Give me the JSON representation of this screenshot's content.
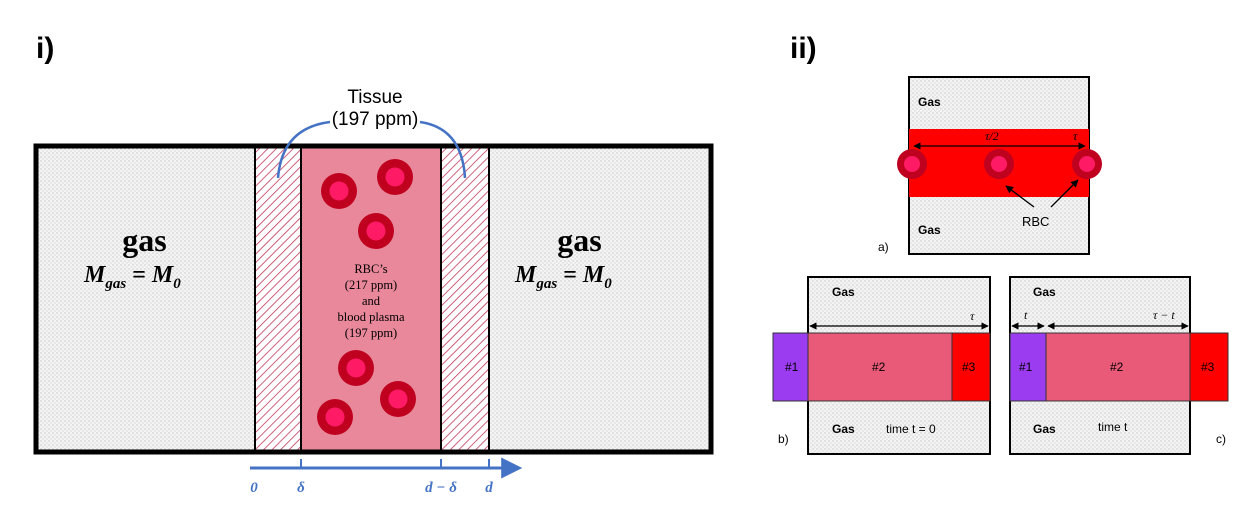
{
  "colors": {
    "outline": "#000000",
    "gas_fill": "#f2f2f2",
    "tissue_hatch": "#c0395a",
    "blood_fill": "#e8889a",
    "rbc_outer": "#c0001f",
    "rbc_inner": "#ff1a66",
    "axis_blue": "#4472c4",
    "bright_red": "#ff0000",
    "purple": "#9b3cf0",
    "pink_region": "#e85a78"
  },
  "panel_i": {
    "label": "i)",
    "tissue_label_line1": "Tissue",
    "tissue_label_line2": "(197 ppm)",
    "left_gas": {
      "title": "gas",
      "formula": "M_gas = M_0",
      "formula_main": "M",
      "formula_sub": "gas",
      "formula_eq": " = ",
      "formula_rhs_main": "M",
      "formula_rhs_sub": "0"
    },
    "right_gas": {
      "title": "gas",
      "formula_main": "M",
      "formula_sub": "gas",
      "formula_eq": " = ",
      "formula_rhs_main": "M",
      "formula_rhs_sub": "0"
    },
    "blood_text": [
      "RBC’s",
      "(217 ppm)",
      "and",
      "blood plasma",
      "(197 ppm)"
    ],
    "axis_ticks": [
      "0",
      "δ",
      "d − δ",
      "d"
    ]
  },
  "panel_ii": {
    "label": "ii)",
    "a": {
      "sublabel": "a)",
      "gas_top": "Gas",
      "gas_bottom": "Gas",
      "tau_half": "τ/2",
      "tau": "τ",
      "rbc_label": "RBC"
    },
    "b": {
      "sublabel": "b)",
      "gas_top": "Gas",
      "gas_bottom": "Gas",
      "tau": "τ",
      "time_label": "time t = 0",
      "seg1": "#1",
      "seg2": "#2",
      "seg3": "#3"
    },
    "c": {
      "sublabel": "c)",
      "gas_top": "Gas",
      "gas_bottom": "Gas",
      "t_label": "t",
      "tau_minus_t": "τ − t",
      "time_label": "time t",
      "seg1": "#1",
      "seg2": "#2",
      "seg3": "#3"
    }
  }
}
